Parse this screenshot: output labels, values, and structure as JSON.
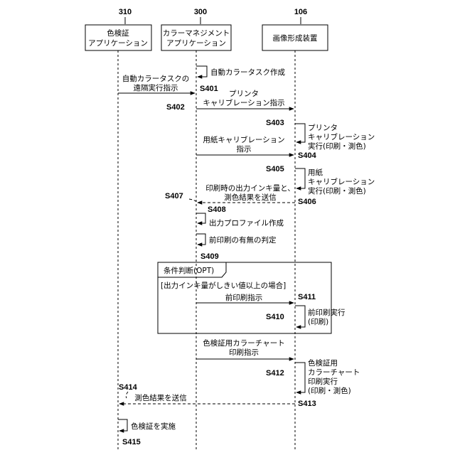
{
  "participants": [
    {
      "id": "310",
      "line1": "色検証",
      "line2": "アプリケーション"
    },
    {
      "id": "300",
      "line1": "カラーマネジメント",
      "line2": "アプリケーション"
    },
    {
      "id": "106",
      "line1": "画像形成装置",
      "line2": ""
    }
  ],
  "steps": {
    "s401": {
      "label": "S401",
      "text": "自動カラータスク作成"
    },
    "s402": {
      "label": "S402",
      "line1": "自動カラータスクの",
      "line2": "遠隔実行指示"
    },
    "s403": {
      "label": "S403",
      "line1": "プリンタ",
      "line2": "キャリブレーション指示"
    },
    "s404": {
      "label": "S404",
      "line1": "プリンタ",
      "line2": "キャリブレーション",
      "line3": "実行(印刷・測色)"
    },
    "s405": {
      "label": "S405",
      "line1": "用紙キャリブレーション",
      "line2": "指示"
    },
    "s406": {
      "label": "S406",
      "line1": "用紙",
      "line2": "キャリブレーション",
      "line3": "実行(印刷・測色)"
    },
    "s407": {
      "label": "S407",
      "line1": "印刷時の出力インキ量と、",
      "line2": "測色結果を送信"
    },
    "s408": {
      "label": "S408",
      "text": "出力プロファイル作成"
    },
    "s409": {
      "label": "S409",
      "text": "前印刷の有無の判定"
    },
    "s410": {
      "label": "S410",
      "line1": "前印刷実行",
      "line2": "(印刷)"
    },
    "s411": {
      "label": "S411",
      "text": "前印刷指示"
    },
    "s412": {
      "label": "S412",
      "line1": "色検証用カラーチャート",
      "line2": "印刷指示"
    },
    "s413": {
      "label": "S413",
      "line1": "色検証用",
      "line2": "カラーチャート",
      "line3": "印刷実行",
      "line4": "(印刷・測色)"
    },
    "s414": {
      "label": "S414",
      "text": "測色結果を送信"
    },
    "s415": {
      "label": "S415",
      "text": "色検証を実施"
    }
  },
  "fragment": {
    "title": "条件判断(OPT)",
    "guard": "[出力インキ量がしきい値以上の場合]"
  }
}
